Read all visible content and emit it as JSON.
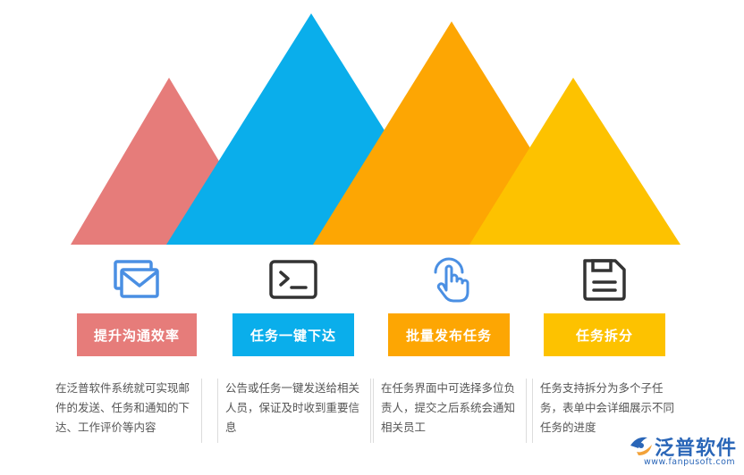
{
  "colors": {
    "pink": "#E67C7A",
    "blue": "#0AAEEB",
    "orange": "#FDA603",
    "yellow": "#FDC200",
    "icon_blue": "#4A8FE3",
    "icon_dark": "#333333",
    "brand": "#2A66B8"
  },
  "items": [
    {
      "icon": "mail-icon",
      "title": "提升沟通效率",
      "desc": "在泛普软件系统就可实现邮件的发送、任务和通知的下达、工作评价等内容"
    },
    {
      "icon": "terminal-icon",
      "title": "任务一键下达",
      "desc": "公告或任务一键发送给相关人员，保证及时收到重要信息"
    },
    {
      "icon": "pointer-hand-icon",
      "title": "批量发布任务",
      "desc": "在任务界面中可选择多位负责人，提交之后系统会通知相关员工"
    },
    {
      "icon": "save-icon",
      "title": "任务拆分",
      "desc": "任务支持拆分为多个子任务，表单中会详细展示不同任务的进度"
    }
  ],
  "brand": {
    "name": "泛普软件",
    "url": "www.fanpusoft.com"
  }
}
